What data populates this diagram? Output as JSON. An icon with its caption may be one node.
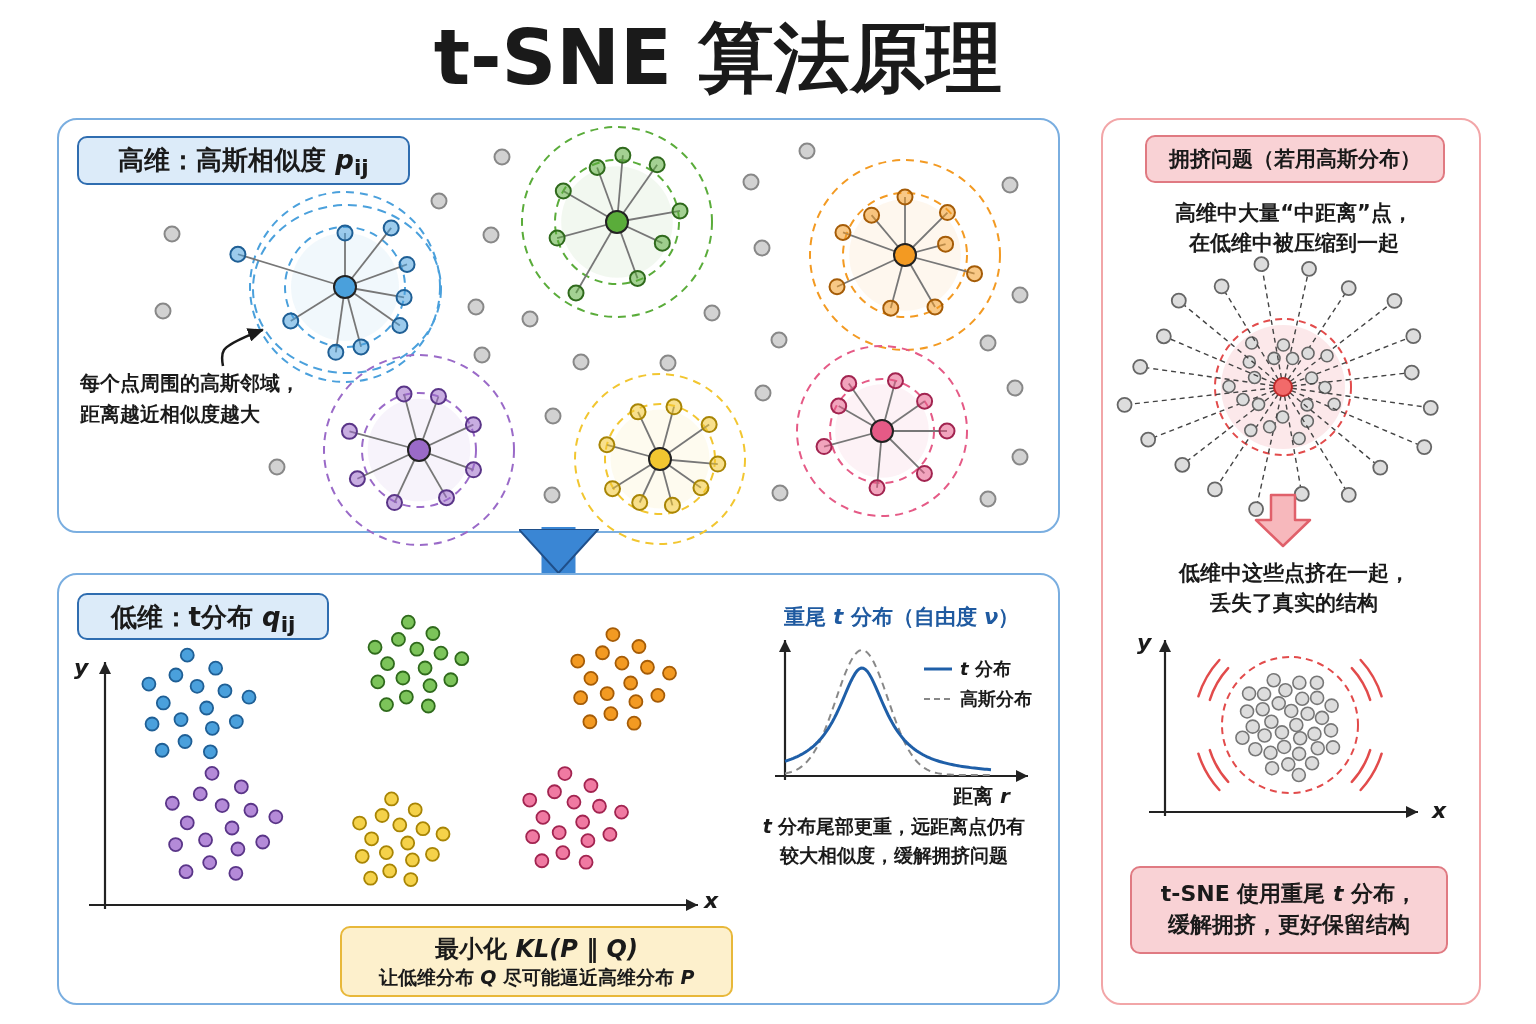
{
  "diagram": {
    "title": "t-SNE 算法原理",
    "nodes": [
      {
        "text": [
          "高维：高斯相似度 *p*$_{ij}$"
        ]
      },
      {
        "text": [
          "低维：t分布 *q*$_{ij}$"
        ]
      },
      {
        "text": [
          "拥挤问题（若用高斯分布）",
          "高维中大量“中距离”点，在低维中被压缩到一起",
          "低维中这些点挤在一起，丢失了真实的结构"
        ]
      },
      {
        "text": [
          "t-SNE 使用重尾 *t* 分布，缓解拥挤，更好保留结构"
        ],
        "in": 2
      },
      {
        "text": [
          "最小化 *KL(P ‖ Q)*",
          "让低维分布 *Q* 尽可能逼近高维分布 *P*"
        ],
        "in": 1
      },
      {
        "text": [
          "每个点周围的高斯邻域，距离越近相似度越大"
        ],
        "in": 0
      },
      {
        "text": [],
        "shape": "circle",
        "in": 0
      }
    ],
    "edges": [
      {
        "from": 0,
        "to": 1,
        "arrow": "to",
        "style": "thick",
        "color": "#3a86d4"
      },
      {
        "from": 5,
        "to": 6,
        "arrow": "to",
        "color": "#1a1a1a"
      }
    ],
    "labels": [
      "y",
      "x",
      "重尾 *t* 分布（自由度 *ν*）",
      "距离 *r*",
      "*t* 分布尾部更重，远距离点仍有较大相似度，缓解拥挤问题",
      "y",
      "x"
    ],
    "legend": [
      {
        "text": "*t* 分布"
      },
      {
        "text": "高斯分布"
      }
    ]
  }
}
